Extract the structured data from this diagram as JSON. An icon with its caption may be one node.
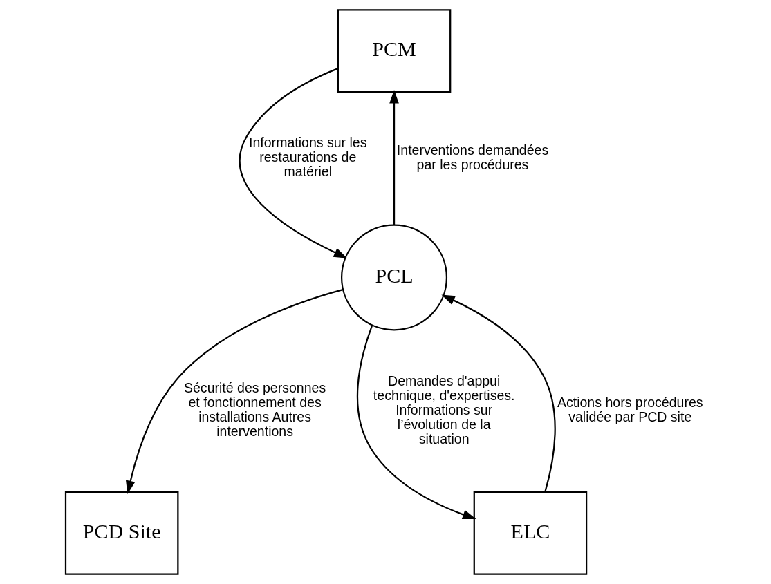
{
  "diagram": {
    "nodes": [
      {
        "text": [
          "PCM"
        ]
      },
      {
        "text": [
          "PCL"
        ]
      },
      {
        "text": [
          "PCD Site"
        ]
      },
      {
        "text": [
          "ELC"
        ]
      }
    ],
    "edges": [
      {
        "from": 0,
        "to": 1,
        "arrow": "to",
        "label": "Informations sur les restaurations de matériel"
      },
      {
        "from": 1,
        "to": 0,
        "arrow": "to",
        "label": "Interventions demandées par les procédures"
      },
      {
        "from": 1,
        "to": 2,
        "arrow": "to",
        "label": "Sécurité des personnes et fonctionnement des installations Autres interventions"
      },
      {
        "from": 1,
        "to": 3,
        "arrow": "to",
        "label": "Demandes d'appui technique, d'expertises. Informations sur l’évolution de la situation"
      },
      {
        "from": 3,
        "to": 1,
        "arrow": "to",
        "label": "Actions hors procédures validée par PCD site"
      }
    ]
  }
}
